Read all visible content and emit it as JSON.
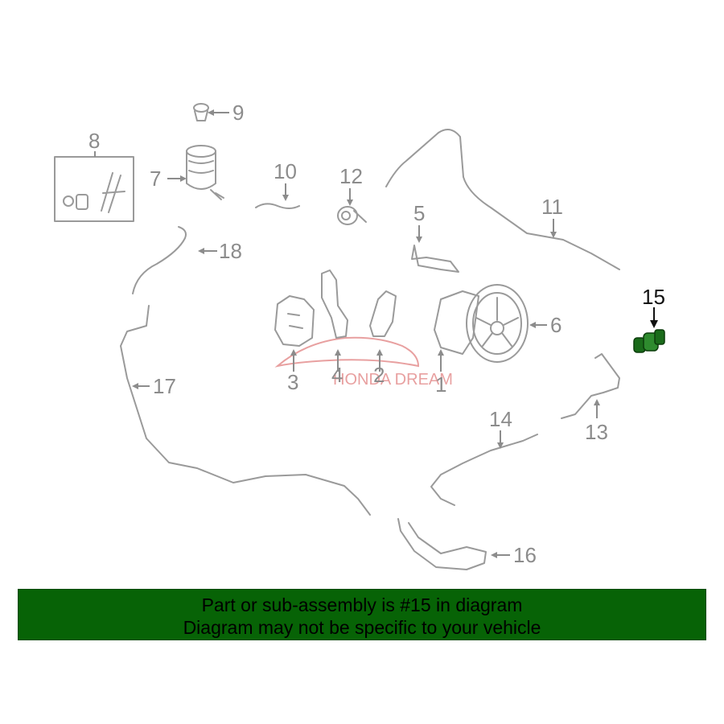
{
  "diagram": {
    "callouts": [
      "1",
      "2",
      "3",
      "4",
      "5",
      "6",
      "7",
      "8",
      "9",
      "10",
      "11",
      "12",
      "13",
      "14",
      "15",
      "16",
      "17",
      "18"
    ],
    "highlighted_part": "15",
    "highlight_color": "#1a6b1a",
    "watermark": "HONDA DREAM"
  },
  "banner": {
    "line1": "Part or sub-assembly is #15 in diagram",
    "line2": "Diagram may not be specific to your vehicle",
    "background": "#076306"
  }
}
